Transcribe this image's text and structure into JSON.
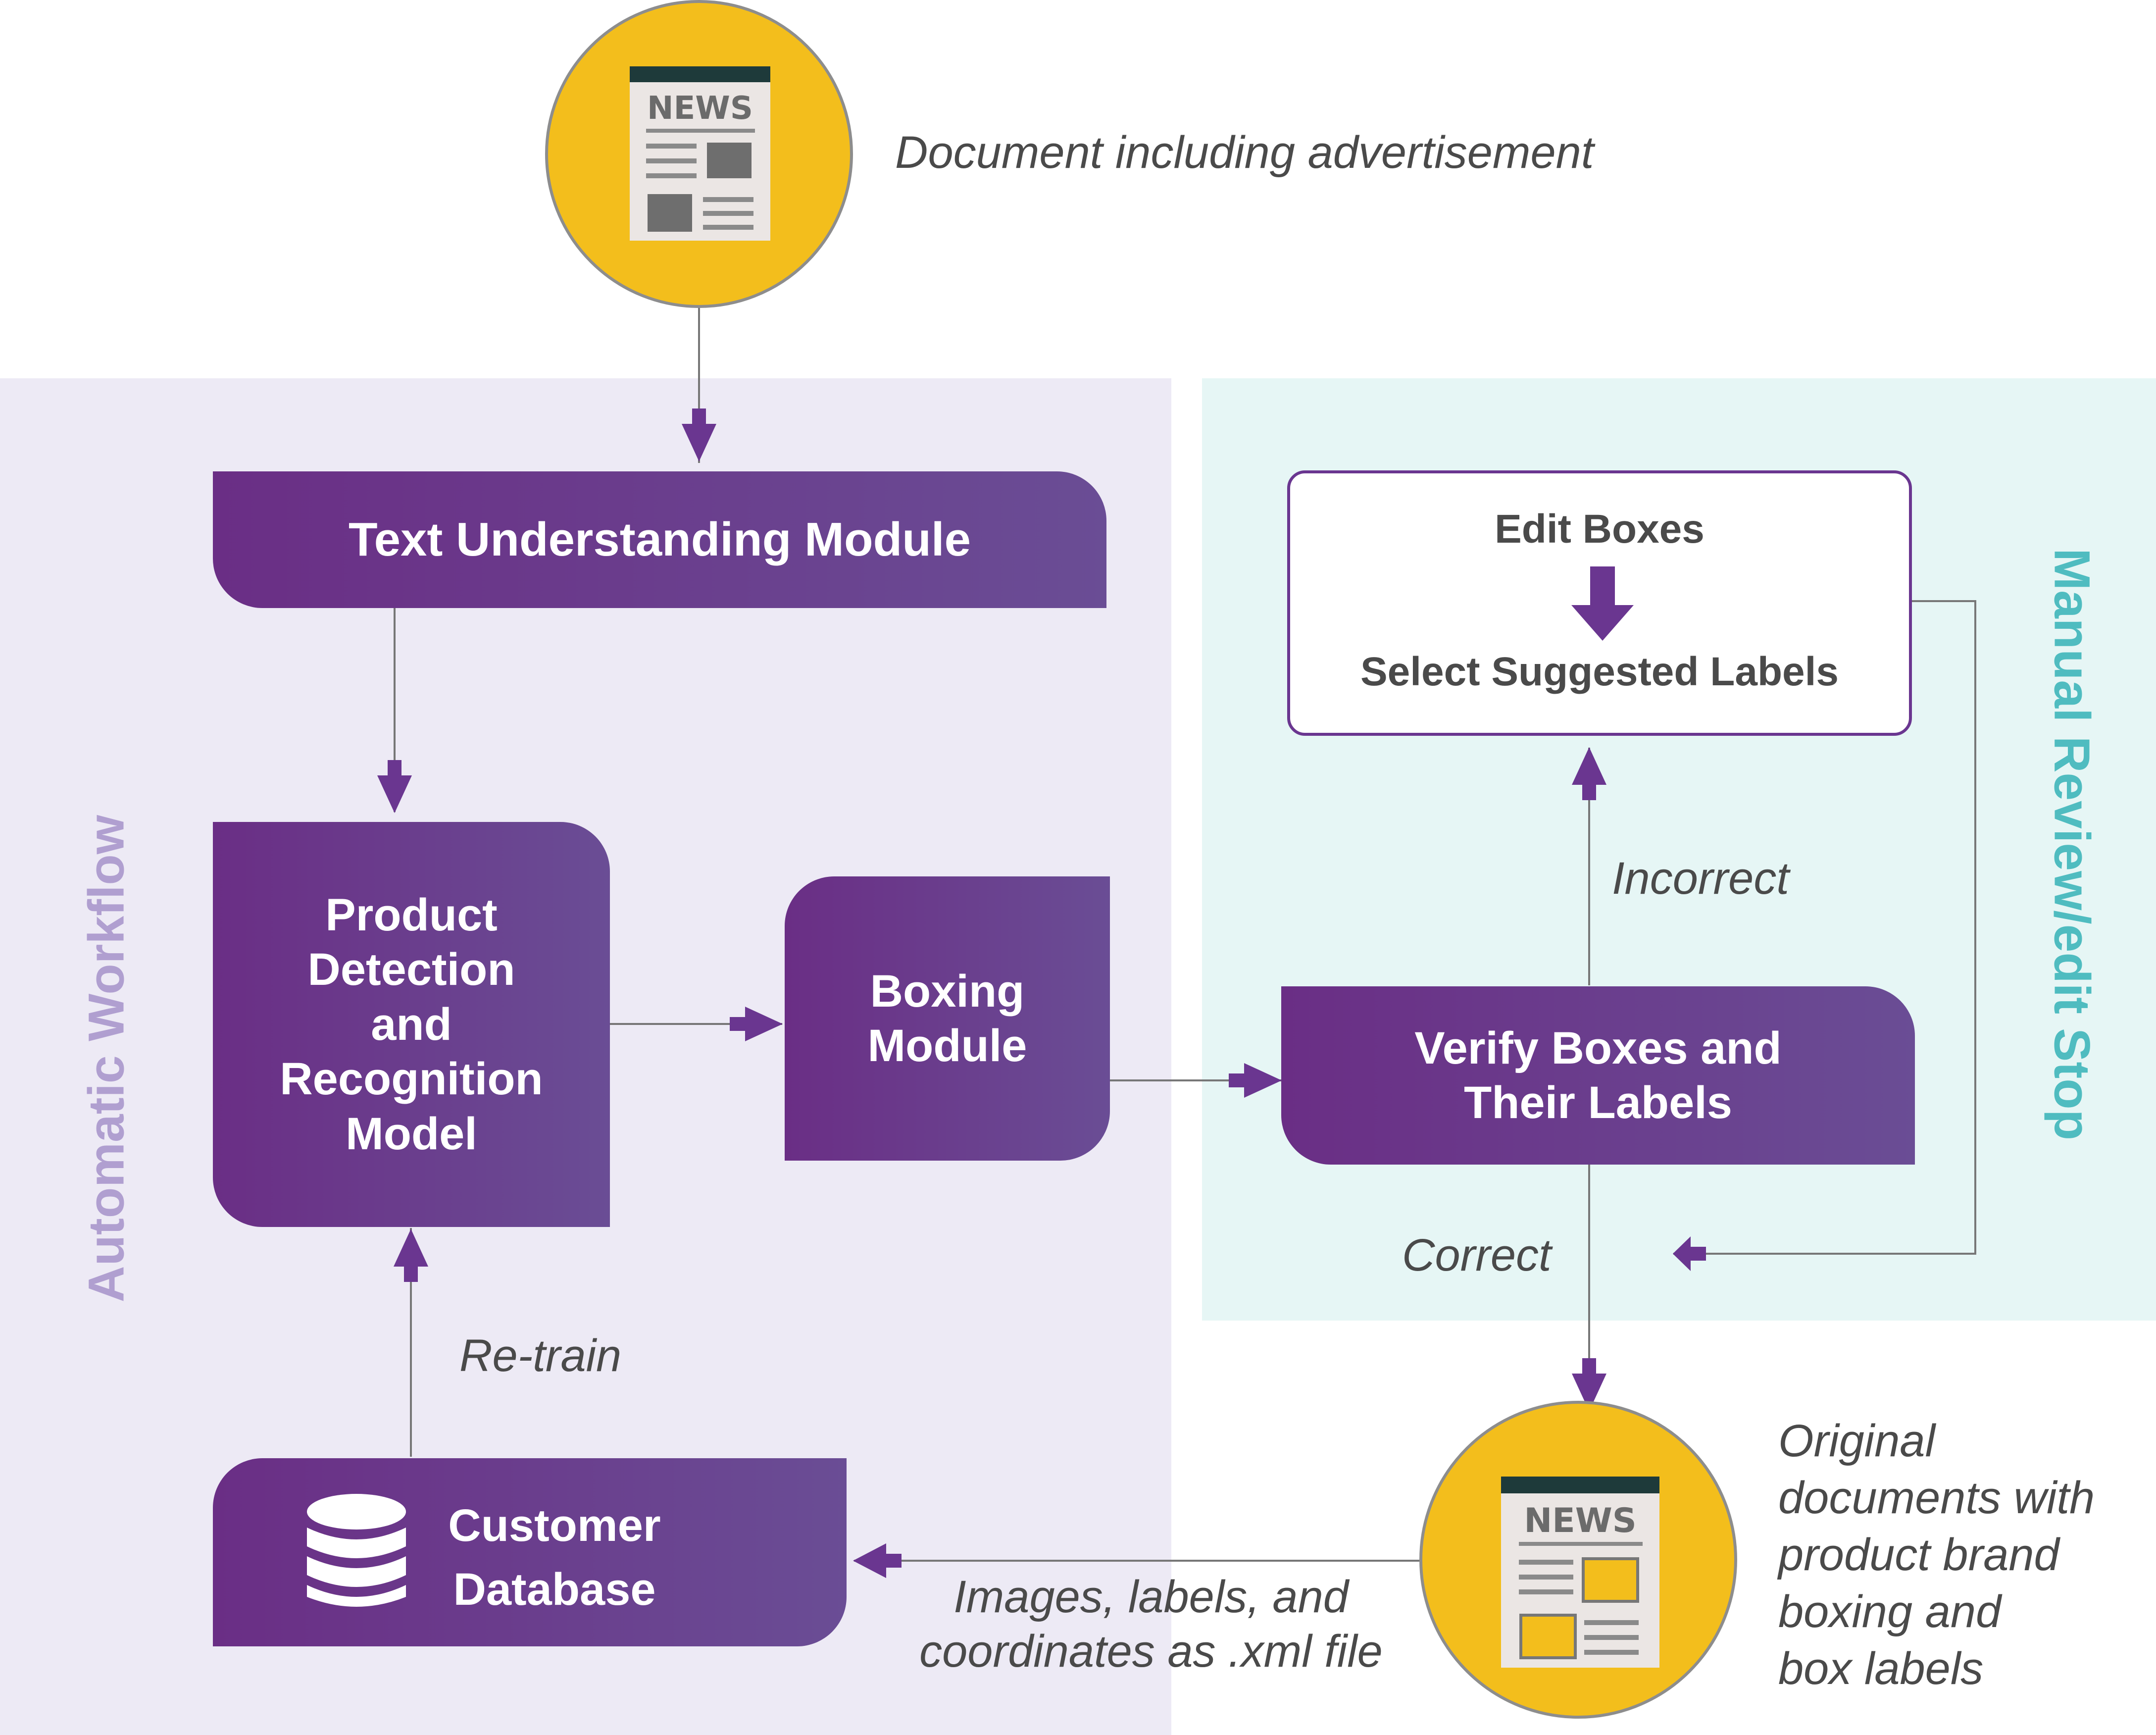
{
  "top_document": {
    "icon": "newspaper-icon",
    "badge": "NEWS",
    "caption": "Document including advertisement"
  },
  "automatic_workflow": {
    "label": "Automatic Workflow",
    "text_understanding": "Text Understanding Module",
    "product_detection": [
      "Product",
      "Detection",
      "and",
      "Recognition",
      "Model"
    ],
    "boxing_module": [
      "Boxing",
      "Module"
    ],
    "customer_database": [
      "Customer",
      "Database"
    ],
    "retrain_label": "Re-train"
  },
  "manual_review": {
    "label": "Manual Review/edit Stop",
    "edit_boxes": "Edit Boxes",
    "select_labels": "Select Suggested Labels",
    "verify_boxes": [
      "Verify Boxes and",
      "Their Labels"
    ],
    "incorrect_label": "Incorrect",
    "correct_label": "Correct"
  },
  "output_document": {
    "icon": "newspaper-icon",
    "badge": "NEWS",
    "caption": [
      "Original",
      "documents with",
      "product brand",
      "boxing and",
      "box labels"
    ],
    "export_caption": [
      "Images, labels, and",
      "coordinates as .xml file"
    ]
  },
  "colors": {
    "purple_start": "#6a2e85",
    "purple_end": "#6a4d95",
    "auto_panel": "#edeaf5",
    "manual_panel": "#e6f6f5",
    "auto_label": "#b09fd0",
    "manual_label": "#4fbcc0",
    "doc_circle": "#f3be1c",
    "arrow": "#6a3690"
  }
}
